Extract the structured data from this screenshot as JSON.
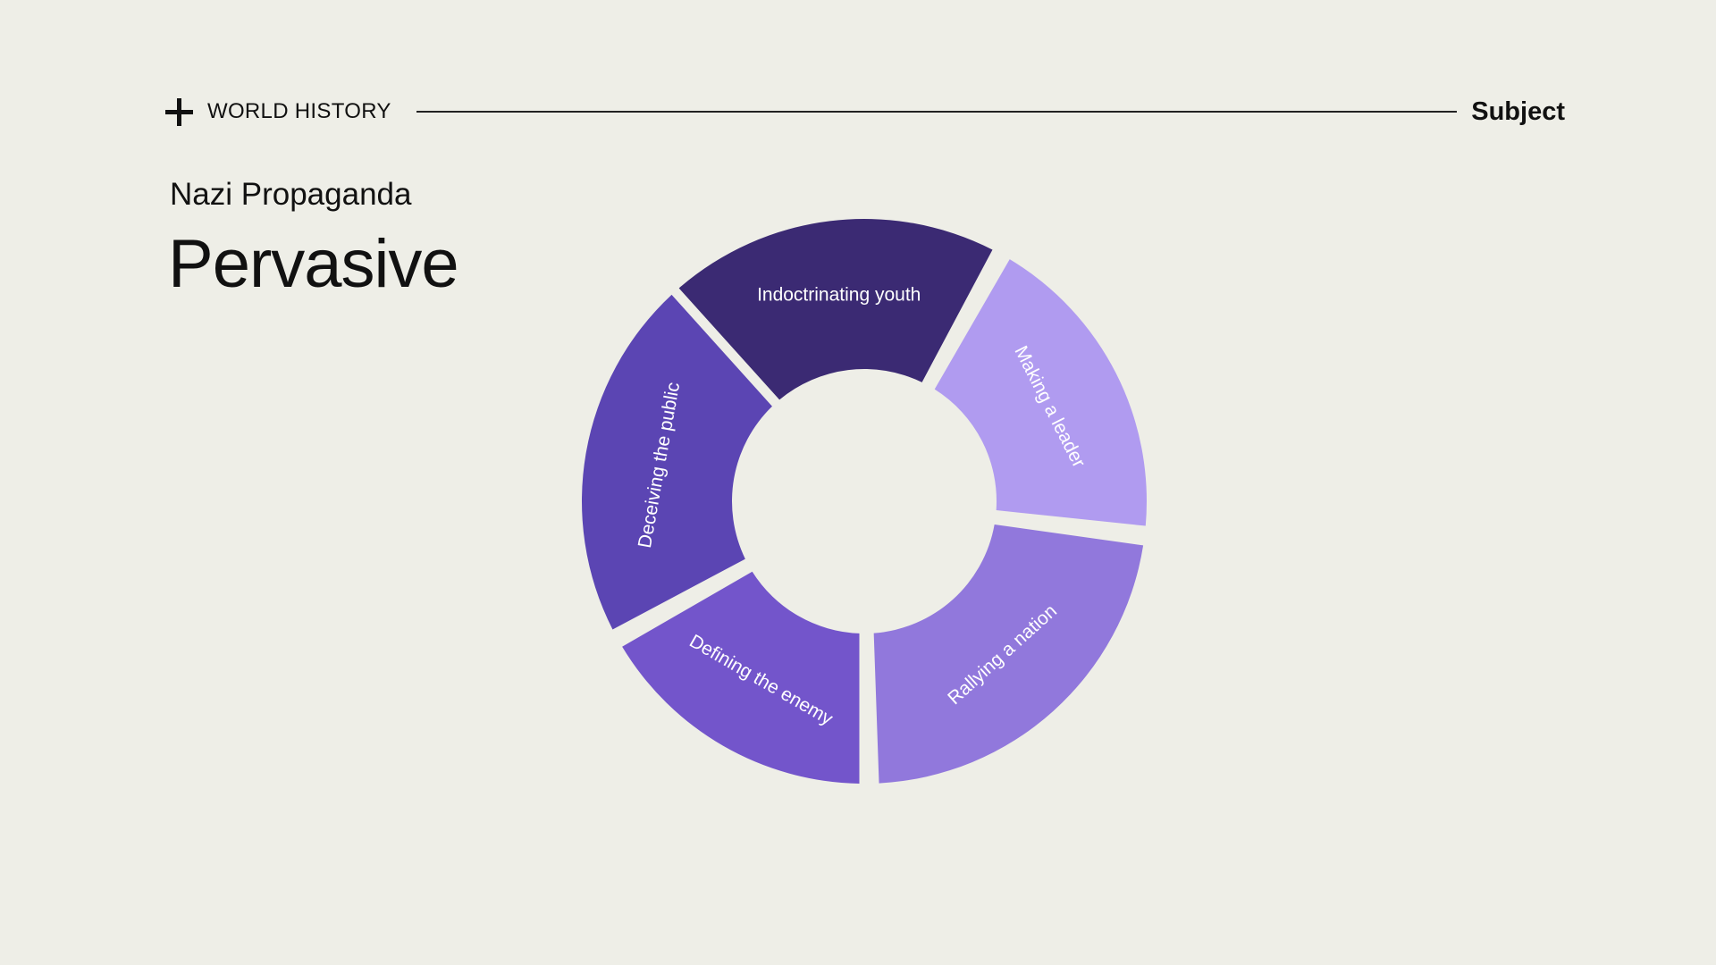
{
  "header": {
    "section_label": "WORLD HISTORY",
    "tag": "Subject"
  },
  "slide": {
    "subtitle": "Nazi Propaganda",
    "title": "Pervasive"
  },
  "diagram": {
    "segments": [
      {
        "label": "Indoctrinating youth",
        "color": "#3b2a73"
      },
      {
        "label": "Making a leader",
        "color": "#b09bf0"
      },
      {
        "label": "Rallying a nation",
        "color": "#9178dc"
      },
      {
        "label": "Defining the enemy",
        "color": "#7355cb"
      },
      {
        "label": "Deceiving the public",
        "color": "#5b45b3"
      }
    ]
  }
}
